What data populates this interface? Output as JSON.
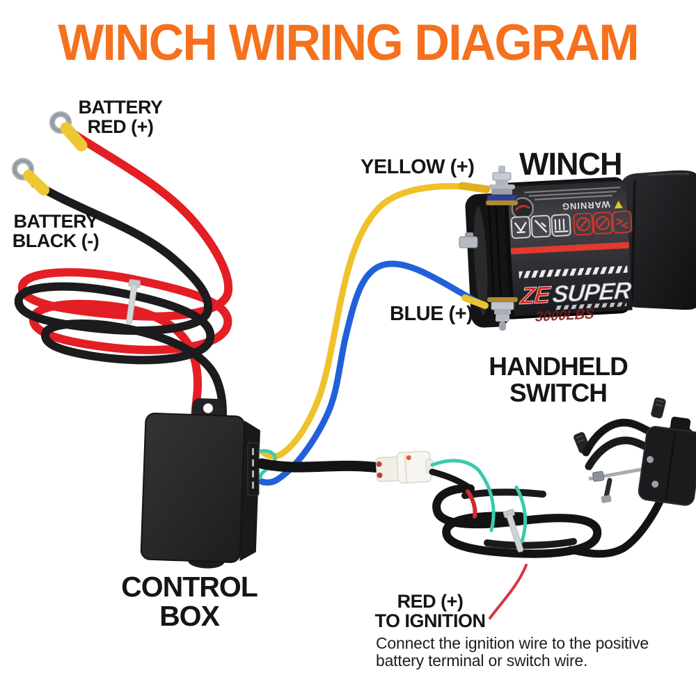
{
  "title": "WINCH WIRING DIAGRAM",
  "labels": {
    "battery_red_line1": "BATTERY",
    "battery_red_line2": "RED (+)",
    "battery_black_line1": "BATTERY",
    "battery_black_line2": "BLACK (-)",
    "yellow_wire": "YELLOW (+)",
    "winch": "WINCH",
    "blue_wire": "BLUE (+)",
    "handheld_line1": "HANDHELD",
    "handheld_line2": "SWITCH",
    "control_line1": "CONTROL",
    "control_line2": "BOX",
    "ignition_line1": "RED (+)",
    "ignition_line2": "TO IGNITION",
    "note_line1": "Connect the ignition wire to the positive",
    "note_line2": "battery terminal or switch wire."
  },
  "winch_device": {
    "brand_prefix": "ZE",
    "brand_suffix": "SUPER",
    "capacity": "3000LBS",
    "warning_text": "WARNING"
  },
  "colors": {
    "title_orange": "#F5711D",
    "wire_red": "#E31E25",
    "wire_black": "#1C1C1E",
    "wire_yellow": "#EFC12A",
    "wire_blue": "#2160D8",
    "wire_teal": "#3CC9AD",
    "ignition_wire_red": "#D8373F",
    "label_text": "#151515"
  }
}
